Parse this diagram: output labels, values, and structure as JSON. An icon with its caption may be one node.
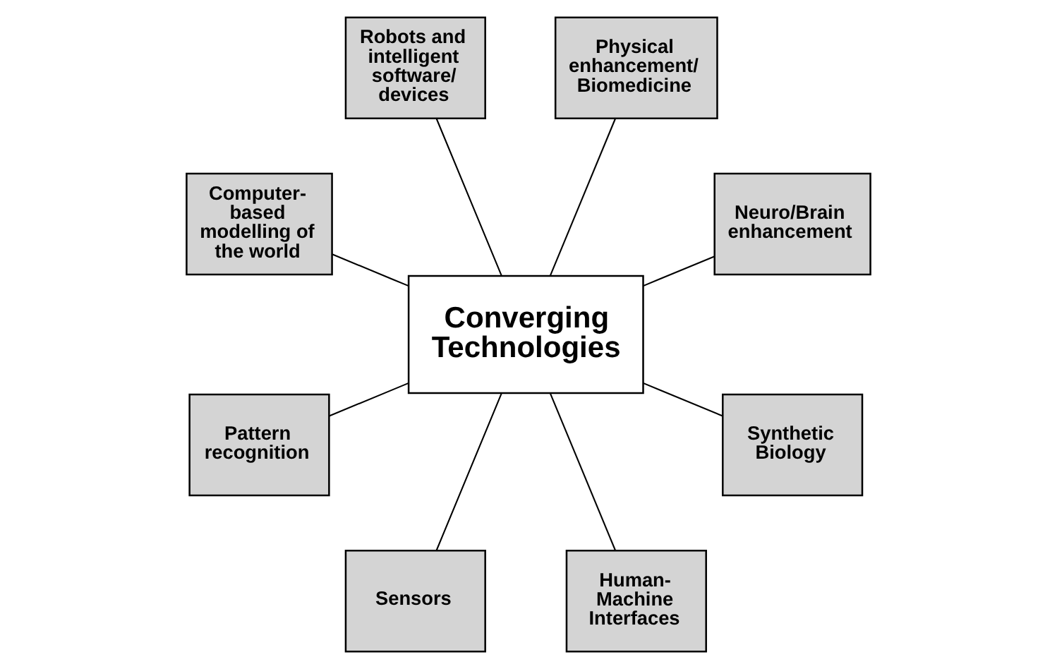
{
  "diagram": {
    "nodes": [
      {
        "text": [
          "Converging Technologies"
        ]
      },
      {
        "text": [
          "Neuro/Brain enhancement"
        ]
      },
      {
        "text": [
          "Physical enhancement/ Biomedicine"
        ]
      },
      {
        "text": [
          "Robots and intelligent software/ devices"
        ]
      },
      {
        "text": [
          "Computer-based modelling of the world"
        ]
      },
      {
        "text": [
          "Pattern recognition"
        ]
      },
      {
        "text": [
          "Sensors"
        ]
      },
      {
        "text": [
          "Human-Machine Interfaces"
        ]
      },
      {
        "text": [
          "Synthetic Biology"
        ]
      }
    ],
    "edges": [
      {
        "from": 0,
        "to": 1,
        "arrow": "none"
      },
      {
        "from": 0,
        "to": 2,
        "arrow": "none"
      },
      {
        "from": 0,
        "to": 3,
        "arrow": "none"
      },
      {
        "from": 0,
        "to": 4,
        "arrow": "none"
      },
      {
        "from": 0,
        "to": 5,
        "arrow": "none"
      },
      {
        "from": 0,
        "to": 6,
        "arrow": "none"
      },
      {
        "from": 0,
        "to": 7,
        "arrow": "none"
      },
      {
        "from": 0,
        "to": 8,
        "arrow": "none"
      }
    ]
  }
}
